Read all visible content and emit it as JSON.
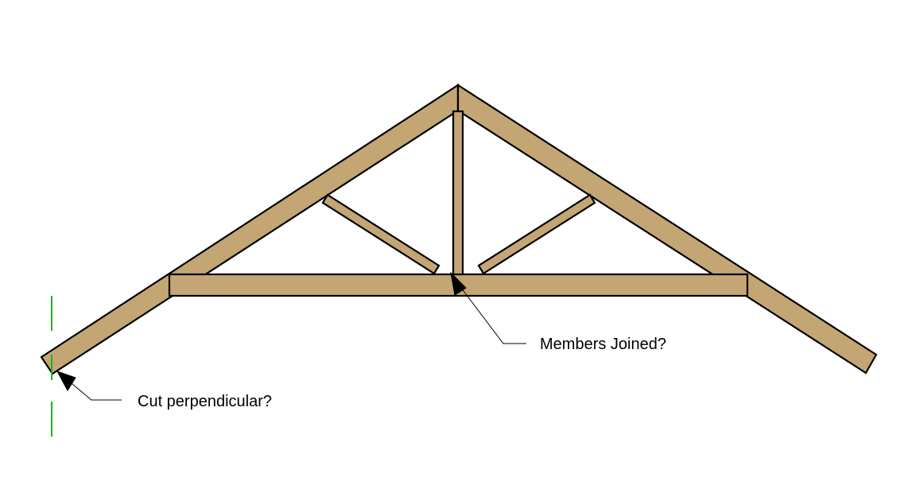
{
  "diagram": {
    "subject": "roof truss",
    "colors": {
      "wood": "#C4A574",
      "outline": "#000000",
      "guide": "#1DB31D",
      "background": "#FFFFFF"
    },
    "callouts": {
      "members_joined": "Members Joined?",
      "cut_perpendicular": "Cut perpendicular?"
    }
  }
}
